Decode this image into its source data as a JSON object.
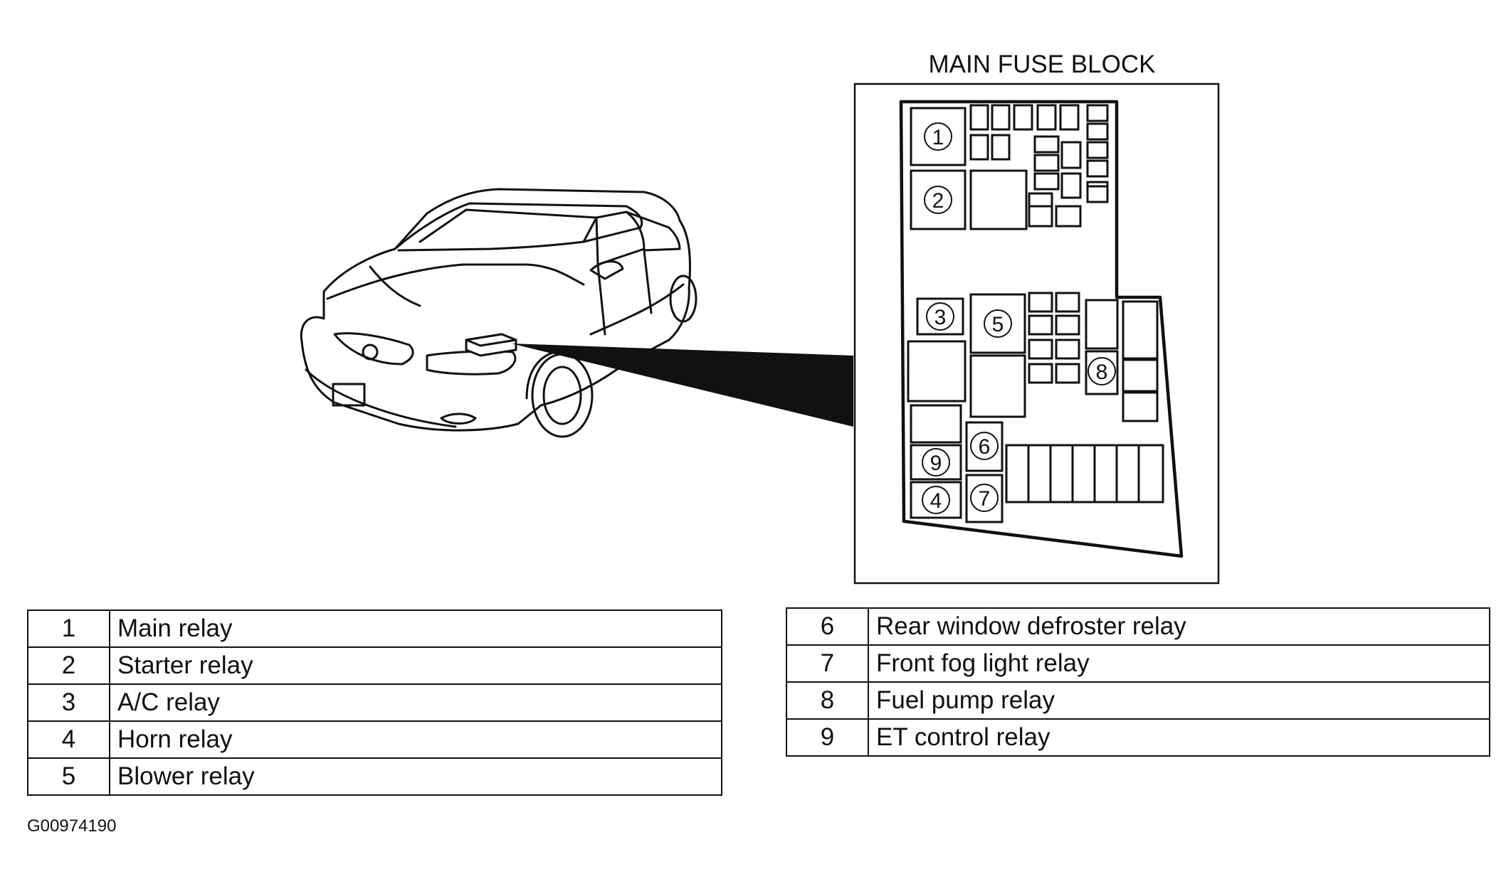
{
  "fuse_block": {
    "title": "MAIN FUSE BLOCK",
    "relay_markers": [
      "1",
      "2",
      "3",
      "4",
      "5",
      "6",
      "7",
      "8",
      "9"
    ]
  },
  "legend_left": [
    {
      "num": "1",
      "label": "Main relay"
    },
    {
      "num": "2",
      "label": "Starter relay"
    },
    {
      "num": "3",
      "label": "A/C relay"
    },
    {
      "num": "4",
      "label": "Horn relay"
    },
    {
      "num": "5",
      "label": "Blower relay"
    }
  ],
  "legend_right": [
    {
      "num": "6",
      "label": "Rear window defroster relay"
    },
    {
      "num": "7",
      "label": "Front fog light relay"
    },
    {
      "num": "8",
      "label": "Fuel pump relay"
    },
    {
      "num": "9",
      "label": "ET control relay"
    }
  ],
  "figure_id": "G00974190"
}
